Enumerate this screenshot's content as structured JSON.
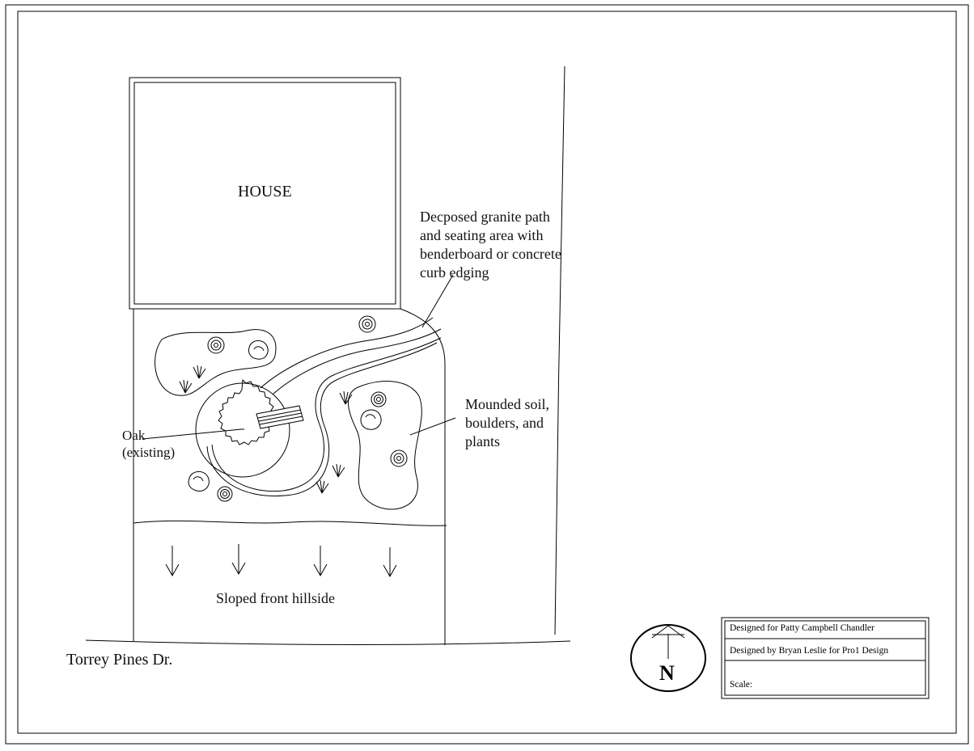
{
  "labels": {
    "house": "HOUSE",
    "path_note": "Decposed granite path\nand seating area with\nbenderboard or concrete\ncurb edging",
    "mound_note": "Mounded soil,\nboulders, and\nplants",
    "oak_note": "Oak\n(existing)",
    "slope_note": "Sloped front hillside",
    "street": "Torrey Pines Dr."
  },
  "title_block": {
    "designed_for": "Designed for Patty Campbell Chandler",
    "designed_by": "Designed by Bryan Leslie for Pro1 Design",
    "scale": "Scale:"
  },
  "north_arrow": {
    "letter": "N",
    "icon": "north-arrow-icon"
  },
  "colors": {
    "line": "#000000",
    "paper": "#ffffff"
  }
}
